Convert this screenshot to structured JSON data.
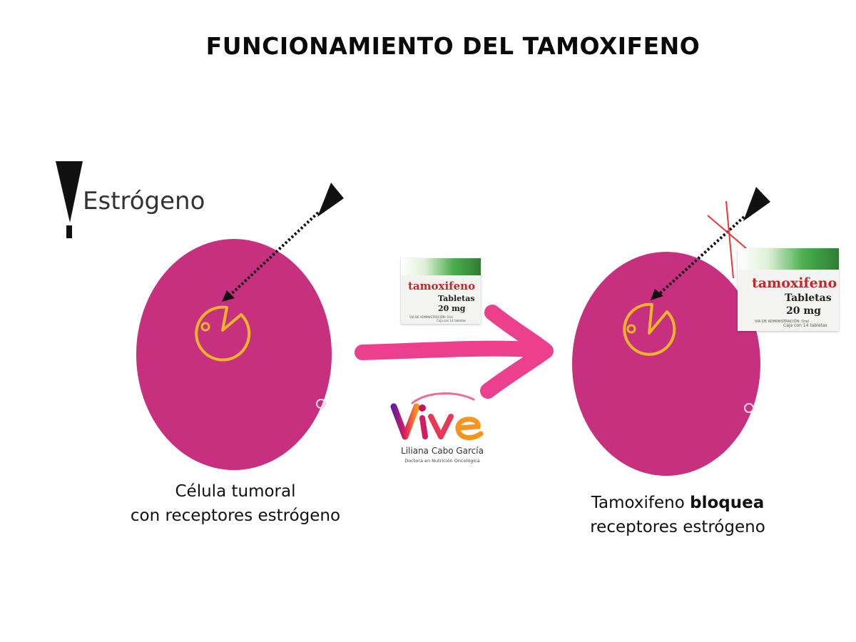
{
  "title": "FUNCIONAMIENTO DEL TAMOXIFENO",
  "legend": {
    "label": "Estrógeno"
  },
  "left_cell": {
    "caption_line1": "Célula tumoral",
    "caption_line2": "con receptores estrógeno"
  },
  "right_cell": {
    "caption_pre": "Tamoxifeno ",
    "caption_bold": "bloquea",
    "caption_line2": "receptores estrógeno"
  },
  "drug_box": {
    "brand": "tamoxifeno",
    "line1": "Tabletas",
    "line2": "20 mg",
    "small1": "VIA DE ADMINISTRACIÓN: Oral",
    "small2": "Caja con 14 tabletas"
  },
  "logo": {
    "word": "ViVe",
    "name": "Liliana Cabo García",
    "subtitle": "Doctora en Nutrición Oncológica"
  },
  "colors": {
    "cell": "#c6307f",
    "receptor": "#f0b429",
    "arrow": "#ec3f8d",
    "cross": "#e53935",
    "estrogen": "#111111"
  }
}
